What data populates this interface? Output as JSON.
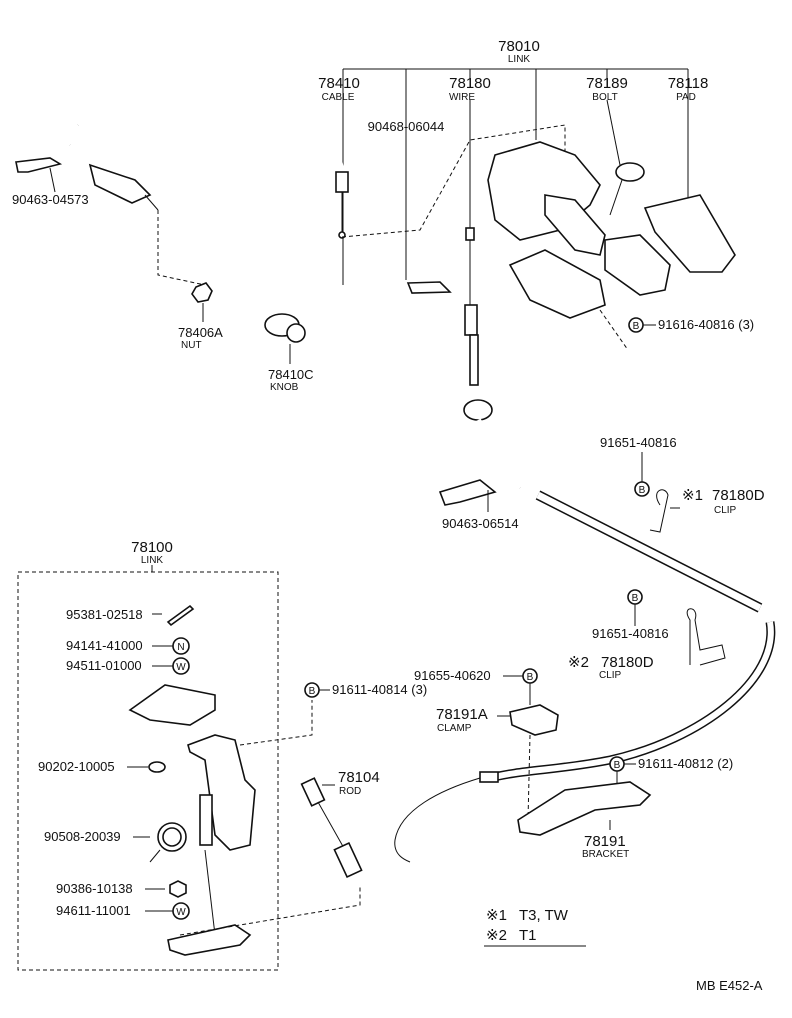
{
  "parts": {
    "link_top": {
      "number": "78010",
      "name": "LINK"
    },
    "cable": {
      "number": "78410",
      "name": "CABLE"
    },
    "wire": {
      "number": "78180",
      "name": "WIRE"
    },
    "bolt": {
      "number": "78189",
      "name": "BOLT"
    },
    "pad": {
      "number": "78118",
      "name": "PAD"
    },
    "clip_90468": {
      "number": "90468-06044"
    },
    "clip_90463a": {
      "number": "90463-04573"
    },
    "nut": {
      "number": "78406A",
      "name": "NUT"
    },
    "knob": {
      "number": "78410C",
      "name": "KNOB"
    },
    "bolt_91616": {
      "number": "91616-40816 (3)"
    },
    "clip_90463b": {
      "number": "90463-06514"
    },
    "bolt_91651a": {
      "number": "91651-40816"
    },
    "clip1": {
      "number": "78180D",
      "name": "CLIP",
      "mark": "※1"
    },
    "bolt_91651b": {
      "number": "91651-40816"
    },
    "clip2": {
      "number": "78180D",
      "name": "CLIP",
      "mark": "※2"
    },
    "link_lower": {
      "number": "78100",
      "name": "LINK"
    },
    "pin": {
      "number": "95381-02518"
    },
    "nut_94141": {
      "number": "94141-41000"
    },
    "washer_94511": {
      "number": "94511-01000"
    },
    "bolt_91611a": {
      "number": "91611-40814 (3)"
    },
    "bolt_91655": {
      "number": "91655-40620"
    },
    "clamp": {
      "number": "78191A",
      "name": "CLAMP"
    },
    "washer_90202": {
      "number": "90202-10005"
    },
    "rod": {
      "number": "78104",
      "name": "ROD"
    },
    "bolt_91611b": {
      "number": "91611-40812 (2)"
    },
    "spring": {
      "number": "90508-20039"
    },
    "bracket": {
      "number": "78191",
      "name": "BRACKET"
    },
    "nut_90386": {
      "number": "90386-10138"
    },
    "washer_94611": {
      "number": "94611-11001"
    }
  },
  "symbols": {
    "bolt": "B",
    "nut": "N",
    "washer": "W"
  },
  "legend": {
    "line1_mark": "※1",
    "line1_text": "T3, TW",
    "line2_mark": "※2",
    "line2_text": "T1"
  },
  "code": "MB  E452-A"
}
